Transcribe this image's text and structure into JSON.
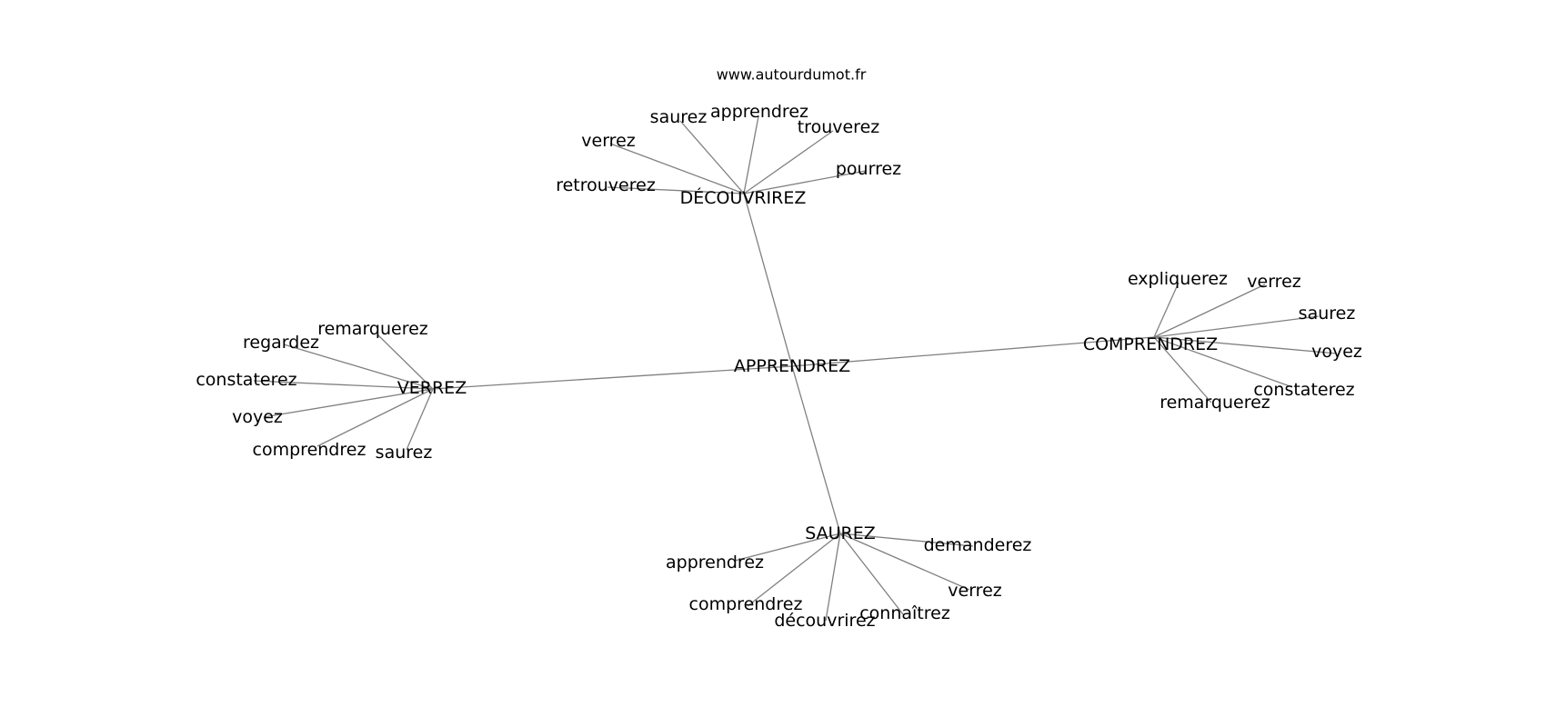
{
  "source": "www.autourdumot.fr",
  "center": "APPRENDREZ",
  "clusters": [
    {
      "hub": "DÉCOUVRIREZ",
      "leaves": [
        "saurez",
        "apprendrez",
        "trouverez",
        "verrez",
        "pourrez",
        "retrouverez"
      ]
    },
    {
      "hub": "COMPRENDREZ",
      "leaves": [
        "expliquerez",
        "verrez",
        "saurez",
        "voyez",
        "constaterez",
        "remarquerez"
      ]
    },
    {
      "hub": "VERREZ",
      "leaves": [
        "remarquerez",
        "regardez",
        "constaterez",
        "voyez",
        "comprendrez",
        "saurez"
      ]
    },
    {
      "hub": "SAUREZ",
      "leaves": [
        "demanderez",
        "apprendrez",
        "verrez",
        "comprendrez",
        "connaîtrez",
        "découvrirez"
      ]
    }
  ]
}
